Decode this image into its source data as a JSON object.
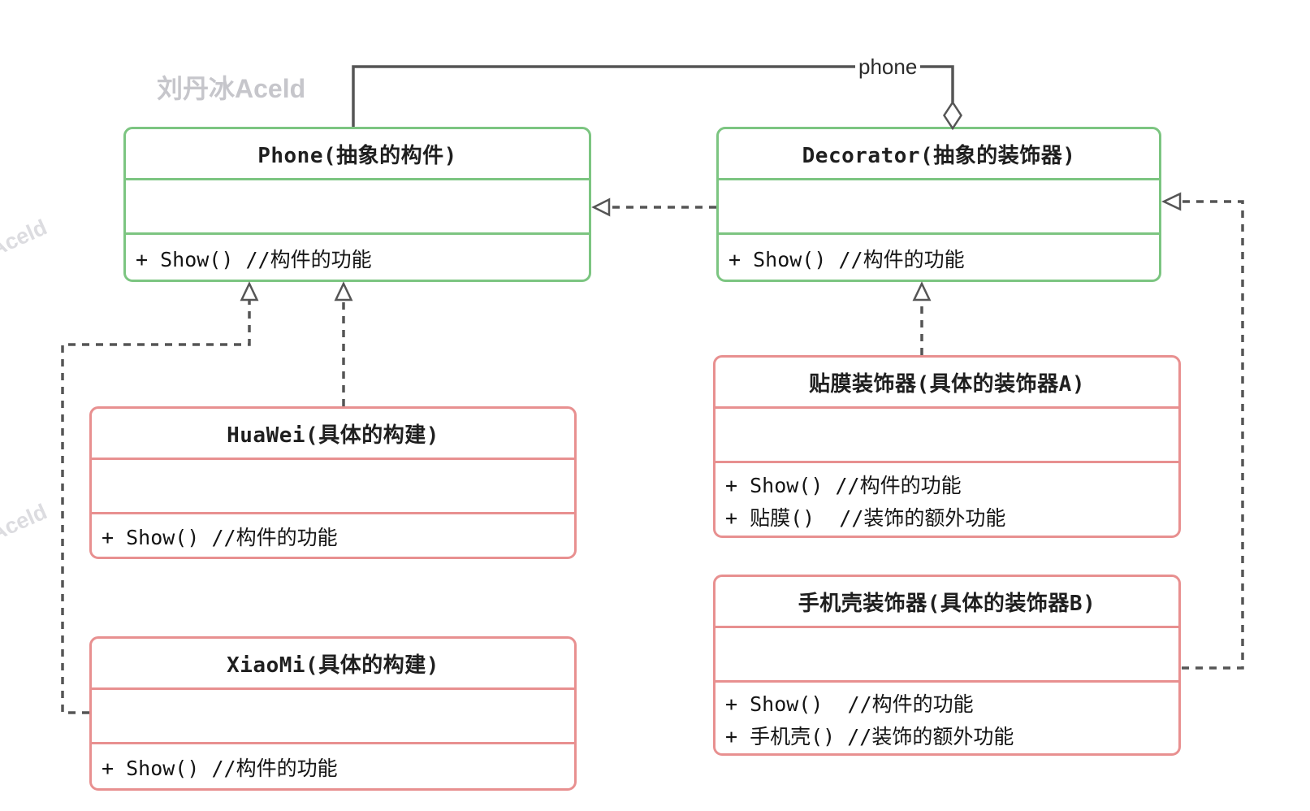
{
  "watermarks": {
    "main": "刘丹冰Aceld",
    "side_top": "Aceld",
    "side_bottom": "Aceld"
  },
  "colors": {
    "abstract_border": "#7CC581",
    "concrete_border": "#E89090",
    "connector": "#555555",
    "text": "#1F1F1F",
    "watermark": "#C6C6CB"
  },
  "classes": {
    "phone": {
      "title": "Phone(抽象的构件)",
      "attributes": "",
      "methods": [
        "+ Show() //构件的功能"
      ]
    },
    "decorator": {
      "title": "Decorator(抽象的装饰器)",
      "attributes": "",
      "methods": [
        "+ Show() //构件的功能"
      ]
    },
    "huawei": {
      "title": "HuaWei(具体的构建)",
      "attributes": "",
      "methods": [
        "+ Show() //构件的功能"
      ]
    },
    "xiaomi": {
      "title": "XiaoMi(具体的构建)",
      "attributes": "",
      "methods": [
        "+ Show() //构件的功能"
      ]
    },
    "film_decorator": {
      "title": "贴膜装饰器(具体的装饰器A)",
      "attributes": "",
      "methods": [
        "+ Show() //构件的功能",
        "+ 贴膜()  //装饰的额外功能"
      ]
    },
    "case_decorator": {
      "title": "手机壳装饰器(具体的装饰器B)",
      "attributes": "",
      "methods": [
        "+ Show()  //构件的功能",
        "+ 手机壳() //装饰的额外功能"
      ]
    }
  },
  "relationships": {
    "aggregation_label": "phone",
    "edges": [
      {
        "type": "aggregation",
        "from": "Phone",
        "to": "Decorator",
        "label": "phone"
      },
      {
        "type": "dashed-generalization",
        "from": "Decorator",
        "to": "Phone"
      },
      {
        "type": "dashed-generalization",
        "from": "HuaWei",
        "to": "Phone"
      },
      {
        "type": "dashed-generalization",
        "from": "XiaoMi",
        "to": "Phone"
      },
      {
        "type": "dashed-generalization",
        "from": "贴膜装饰器",
        "to": "Decorator"
      },
      {
        "type": "dashed-generalization",
        "from": "手机壳装饰器",
        "to": "Decorator"
      }
    ]
  }
}
